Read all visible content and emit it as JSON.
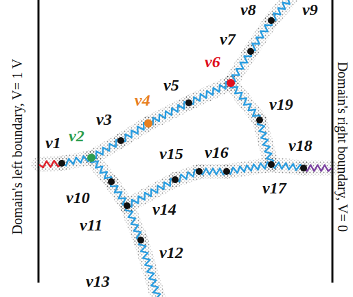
{
  "diagram": {
    "labels": [
      "Domain's left boundary, V= 1 V",
      "Domain's right boundary, V= 0",
      "v1",
      "v2",
      "v3",
      "v4",
      "v5",
      "v6",
      "v7",
      "v8",
      "v9",
      "v10",
      "v11",
      "v12",
      "v13",
      "v14",
      "v15",
      "v16",
      "v17",
      "v18",
      "v19"
    ]
  }
}
